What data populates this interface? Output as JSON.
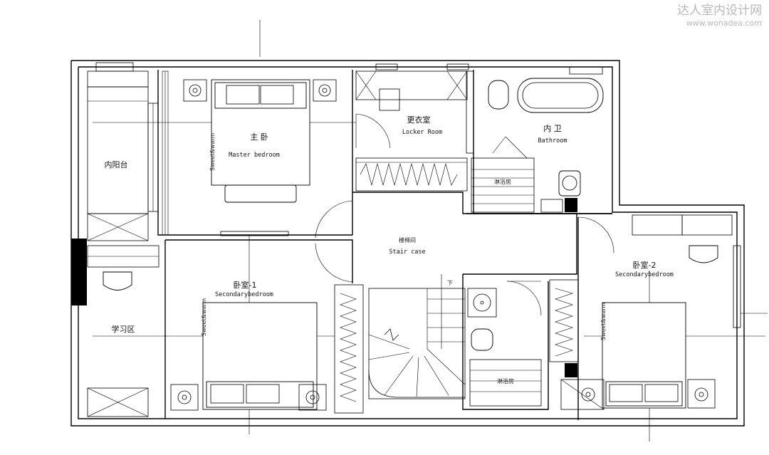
{
  "watermark": {
    "cn": "达人室内设计网",
    "url": "www.wonadea.com",
    "color": "#b9b9b9"
  },
  "rooms": {
    "balcony": "内阳台",
    "master_cn": "主 卧",
    "master_en": "Master bedroom",
    "locker_cn": "更衣室",
    "locker_en": "Locker Room",
    "bath_cn": "内 卫",
    "bath_en": "Bathroom",
    "shower_1": "淋浴房",
    "stair_cn": "楼梯间",
    "stair_en": "Stair case",
    "sec1_cn": "卧室-1",
    "sec1_en": "Secondarybedroom",
    "sec2_cn": "卧室-2",
    "sec2_en": "Secondarybedroom",
    "study": "学习区",
    "shower_2": "淋浴房",
    "stair_down": "下"
  },
  "bed_tags": {
    "master": "Sweet&warm",
    "sec1": "Sweet&warm",
    "sec2": "Sweet&warm"
  },
  "colors": {
    "line": "#000000",
    "fill_dark": "#000000",
    "background": "#ffffff"
  }
}
